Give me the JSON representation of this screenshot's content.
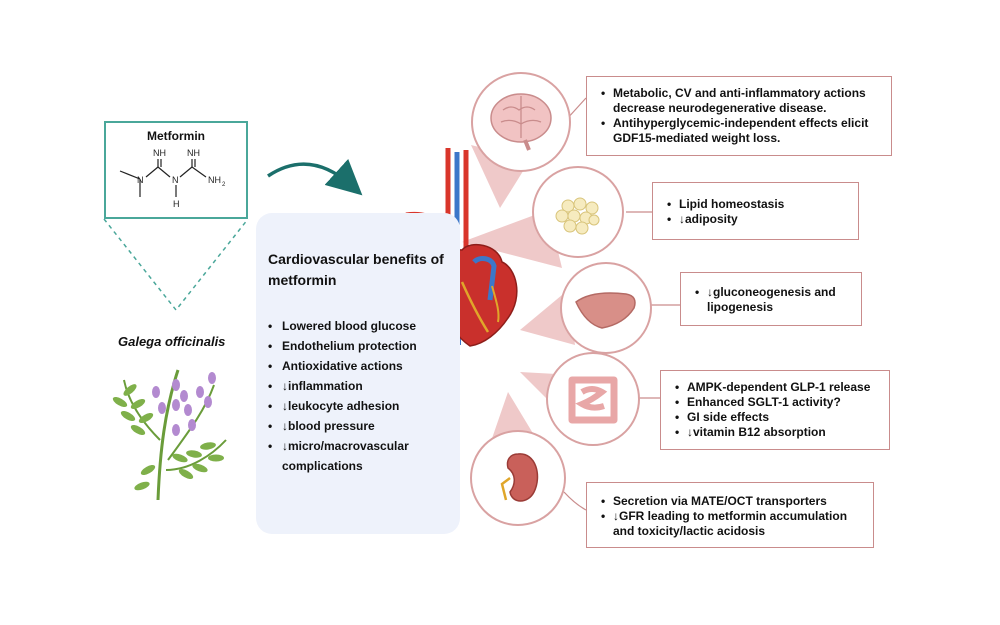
{
  "metformin_label": "Metformin",
  "chem": {
    "nh_top_left": "NH",
    "nh_top_right": "NH",
    "n_left": "N",
    "n_mid": "N",
    "h_mid": "H",
    "nh2": "NH",
    "nh2_sub": "2"
  },
  "plant_label": "Galega officinalis",
  "cv_panel": {
    "title": "Cardiovascular benefits of metformin",
    "items": [
      "Lowered blood glucose",
      "Endothelium protection",
      "Antioxidative actions",
      "↓inflammation",
      "↓leukocyte adhesion",
      "↓blood pressure",
      "↓micro/macrovascular complications"
    ]
  },
  "organs": {
    "brain": {
      "icon": "brain-icon",
      "items": [
        "Metabolic, CV and anti-inflammatory actions decrease neurodegenerative disease.",
        "Antihyperglycemic-independent effects elicit   GDF15-mediated weight loss."
      ]
    },
    "adipose": {
      "icon": "adipose-icon",
      "items": [
        "Lipid homeostasis",
        "↓adiposity"
      ]
    },
    "liver": {
      "icon": "liver-icon",
      "items": [
        "↓gluconeogenesis and lipogenesis"
      ]
    },
    "intestine": {
      "icon": "intestine-icon",
      "items": [
        "AMPK-dependent GLP-1 release",
        "Enhanced SGLT-1 activity?",
        "GI side effects",
        "↓vitamin B12 absorption"
      ]
    },
    "kidney": {
      "icon": "kidney-icon",
      "items": [
        "Secretion via MATE/OCT transporters",
        "↓GFR leading to metformin accumulation and toxicity/lactic acidosis"
      ]
    }
  },
  "colors": {
    "teal": "#4aa79a",
    "box_border": "#c98c8c",
    "cone": "#efc9c9",
    "panel_bg": "#eef2fb"
  }
}
